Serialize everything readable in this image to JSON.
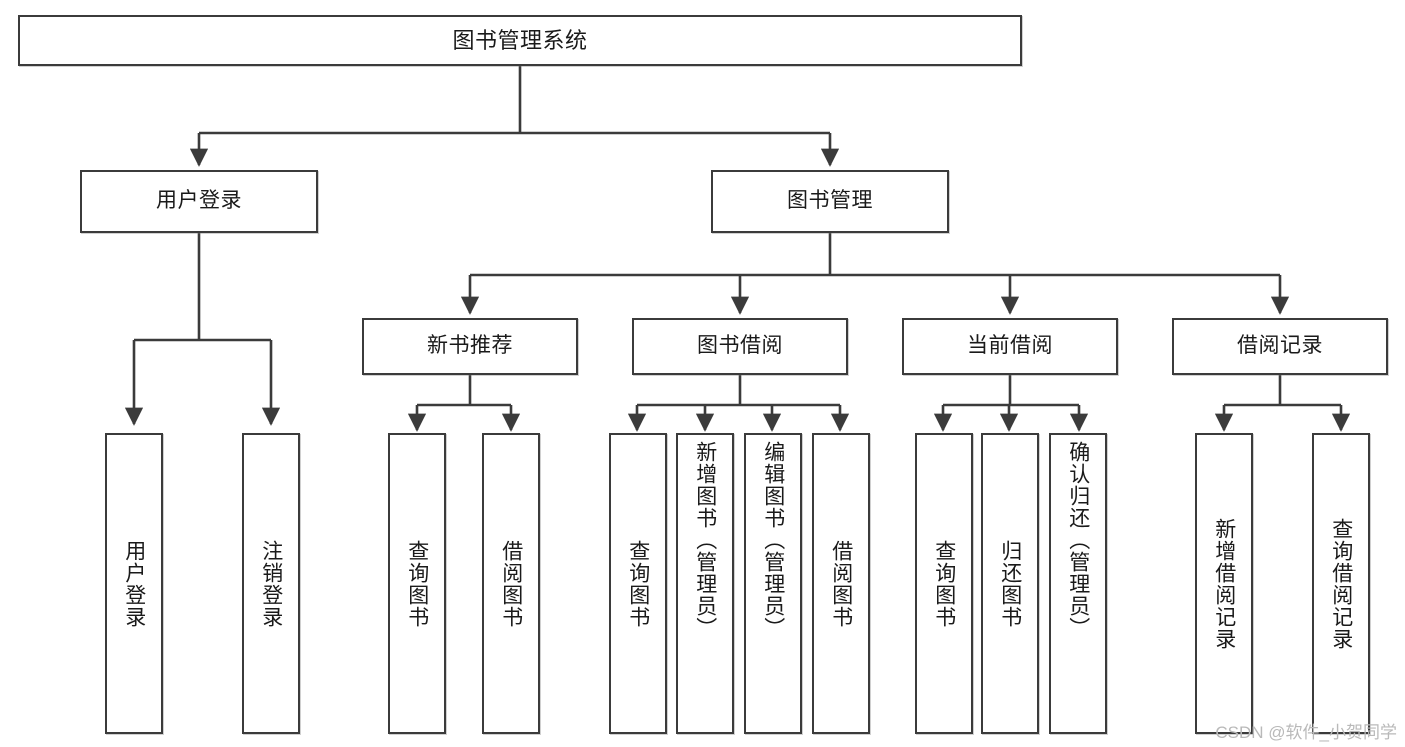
{
  "diagram": {
    "title": "图书管理系统",
    "type": "tree",
    "watermark": "CSDN @软件_小贺同学",
    "colors": {
      "stroke": "#3b3b3b",
      "fill": "#ffffff",
      "text": "#1a1a1a",
      "watermark": "#b9b9b9"
    },
    "root": {
      "label": "图书管理系统"
    },
    "level2": [
      {
        "label": "用户登录"
      },
      {
        "label": "图书管理"
      }
    ],
    "level3": [
      {
        "label": "新书推荐"
      },
      {
        "label": "图书借阅"
      },
      {
        "label": "当前借阅"
      },
      {
        "label": "借阅记录"
      }
    ],
    "leaves": {
      "user_login": [
        {
          "label": "用户登录"
        },
        {
          "label": "注销登录"
        }
      ],
      "new_book_rec": [
        {
          "label": "查询图书"
        },
        {
          "label": "借阅图书"
        }
      ],
      "book_borrow": [
        {
          "label": "查询图书"
        },
        {
          "label": "新增图书（管理员）"
        },
        {
          "label": "编辑图书（管理员）"
        },
        {
          "label": "借阅图书"
        }
      ],
      "current_borrow": [
        {
          "label": "查询图书"
        },
        {
          "label": "归还图书"
        },
        {
          "label": "确认归还（管理员）"
        }
      ],
      "borrow_record": [
        {
          "label": "新增借阅记录"
        },
        {
          "label": "查询借阅记录"
        }
      ]
    }
  }
}
